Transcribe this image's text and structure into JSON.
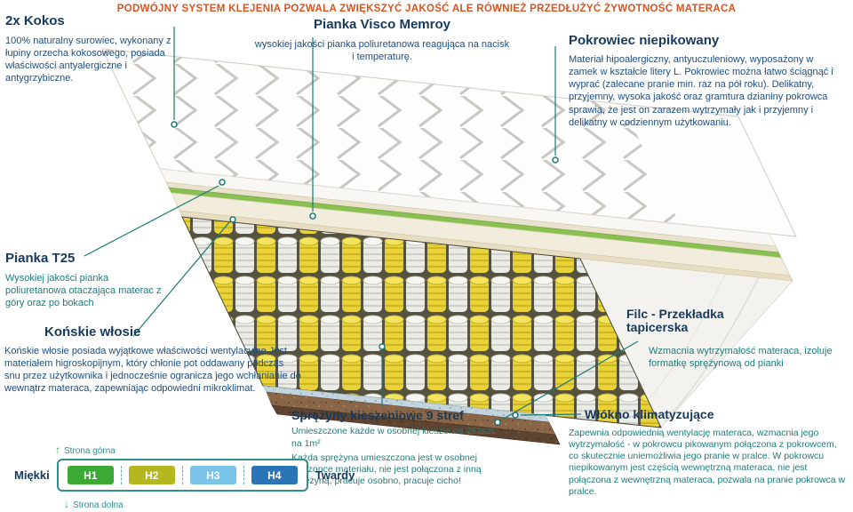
{
  "banner": "PODWÓJNY SYSTEM KLEJENIA POZWALA ZWIĘKSZYĆ JAKOŚĆ ALE RÓWNIEŻ PRZEDŁUŻYĆ ŻYWOTNOŚĆ MATERACA",
  "sections": {
    "kokos": {
      "title": "2x Kokos",
      "body": "100% naturalny surowiec, wykonany z łupiny orzecha kokosowego, posiada właściwości antyalergiczne i antygrzybiczne."
    },
    "visco": {
      "title": "Pianka Visco Memroy",
      "body": "wysokiej jakości pianka poliuretanowa reagująca na nacisk i temperaturę."
    },
    "pokrowiec": {
      "title": "Pokrowiec niepikowany",
      "body": "Materiał hipoalergiczny, antyuczuleniowy, wyposażony w zamek w kształcie litery L. Pokrowiec można łatwo ściągnąć i wyprać (zalecane pranie min. raz na pół roku). Delikatny, przyjemny, wysoka jakość oraz gramtura dzianiny pokrowca sprawia, że jest on zarazem wytrzymały jak i przyjemny i delikatny w codziennym użytkowaniu."
    },
    "t25": {
      "title": "Pianka T25",
      "body": "Wysokiej jakości pianka poliuretanowa otaczająca materac z góry oraz po bokach"
    },
    "wlosie": {
      "title": "Końskie włosie",
      "body": "Końskie włosie posiada wyjątkowe właściwości wentylacyjne.Jest materiałem higroskopijnym, który chłonie pot oddawany podczas snu przez użytkownika i jednocześnie ogranicza jego wchłanianie do wewnątrz materaca, zapewniając odpowiedni mikroklimat."
    },
    "sprezyny": {
      "title": "Sprężyny kieszeniowe 9 stref",
      "intro": "Umieszczone każde w osobnej kieszonce 262szt. na 1m²",
      "detail": "Każda sprężyna umieszczona jest w osobnej kieszonce materiału, nie jest połączona z inną sprężyną, pracuje osobno, pracuje cicho!"
    },
    "filc": {
      "title": "Filc - Przekładka tapicerska",
      "body": "Wzmacnia wytrzymałość materaca, izoluje formatkę sprężynową od pianki"
    },
    "wlokno": {
      "title": "Włókno klimatyzujące",
      "body": "Zapewnia odpowiednią wentylację materaca, wzmacnia jego wytrzymałość - w pokrowcu pikowanym połączona z pokrowcem, co skutecznie uniemożliwia jego pranie w pralce. W pokrowcu niepikowanym jest częścią wewnętrzną materaca, nie jest połączona z wewnętrzną materaca, pozwala na pranie pokrowca w pralce."
    }
  },
  "scale": {
    "soft_label": "Miękki",
    "hard_label": "Twardy",
    "top_label": "Strona górna",
    "bottom_label": "Strona dolna",
    "levels": [
      {
        "label": "H1",
        "color": "#3aaa35"
      },
      {
        "label": "H2",
        "color": "#b4b71f"
      },
      {
        "label": "H3",
        "color": "#7cc3e8"
      },
      {
        "label": "H4",
        "color": "#2a75b8"
      }
    ]
  },
  "icons": {
    "up_arrow": "↑",
    "down_arrow": "↓"
  },
  "colors": {
    "banner_text": "#d9531e",
    "heading_text": "#16395c",
    "teal_text": "#1f7c7c",
    "blue_text": "#1c4e80",
    "callout_line": "#1a7a76",
    "spring_yellow": "#e9d338",
    "layer_green": "#8abf52",
    "felt_brown": "#8a6648"
  }
}
